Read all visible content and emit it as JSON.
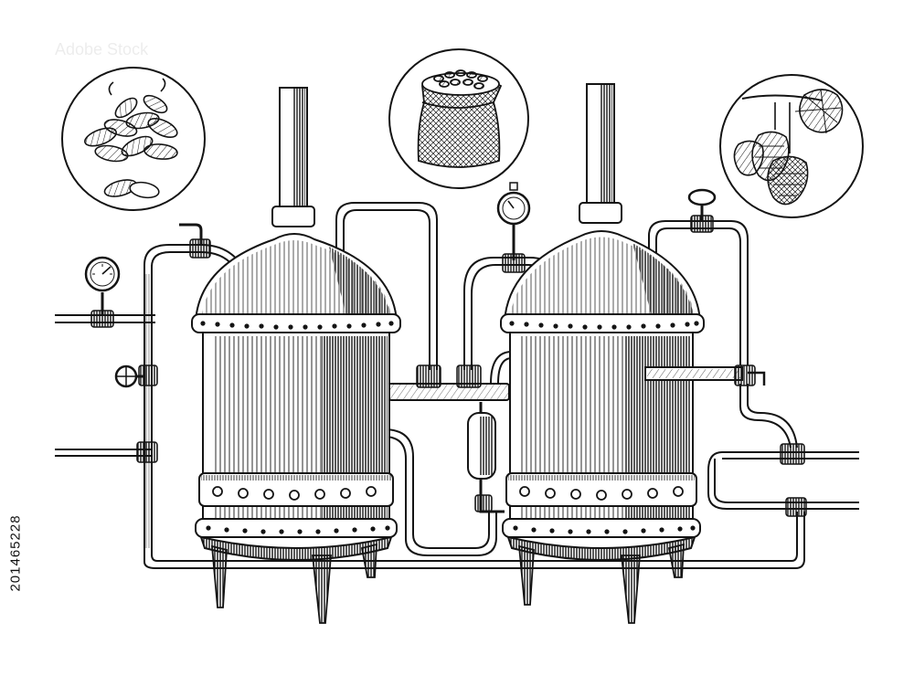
{
  "image": {
    "stock_id": "201465228",
    "watermark_text": "Adobe Stock",
    "ink_color": "#141414",
    "paper_color": "#ffffff"
  },
  "vignettes": [
    {
      "name": "almonds-grain-vignette",
      "icon": "seed-pile-icon"
    },
    {
      "name": "grain-sack-vignette",
      "icon": "sack-icon"
    },
    {
      "name": "hops-vignette",
      "icon": "hops-icon"
    }
  ],
  "equipment": [
    {
      "name": "left-still",
      "icon": "copper-still-icon"
    },
    {
      "name": "right-still",
      "icon": "copper-still-icon"
    },
    {
      "name": "pressure-gauges",
      "icon": "gauge-icon"
    },
    {
      "name": "valves",
      "icon": "valve-wheel-icon"
    }
  ]
}
